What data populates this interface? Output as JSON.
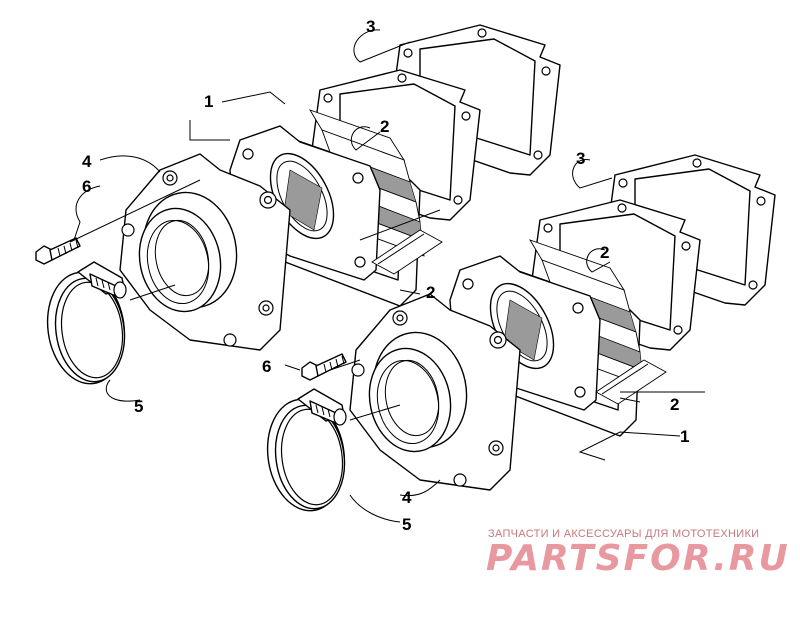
{
  "callouts": {
    "left_assembly": {
      "gasket": "3",
      "reed_block": "1",
      "reed_upper": "2",
      "reed_lower": "2",
      "boot": "4",
      "screw": "6",
      "clamp": "5"
    },
    "right_assembly": {
      "gasket": "3",
      "reed_upper": "2",
      "reed_lower": "2",
      "reed_block": "1",
      "screw": "6",
      "boot": "4",
      "clamp": "5"
    }
  },
  "watermark": {
    "subtitle": "ЗАПЧАСТИ И АКСЕССУАРЫ ДЛЯ МОТОТЕХНИКИ",
    "logo": "PARTSFOR.RU"
  },
  "colors": {
    "line": "#000000",
    "background": "#ffffff",
    "watermark": "#e8999f",
    "reed_petal": "#9a9a9a"
  }
}
